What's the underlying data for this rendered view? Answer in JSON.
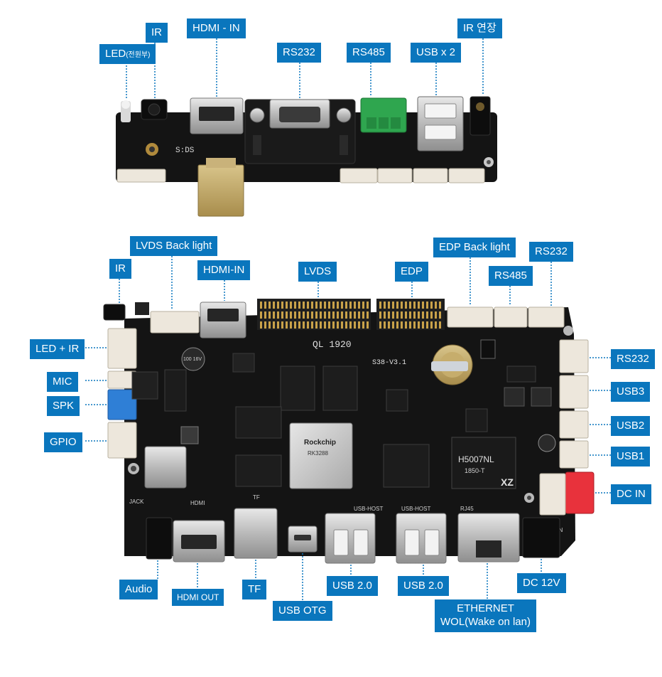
{
  "top_board": {
    "labels": {
      "ir": "IR",
      "led": "LED",
      "led_note": "(전원부)",
      "hdmi_in": "HDMI - IN",
      "rs232": "RS232",
      "rs485": "RS485",
      "usb_x2": "USB x 2",
      "ir_ext": "IR 연장"
    },
    "silkscreen": "S:DS"
  },
  "main_board": {
    "labels": {
      "lvds_backlight": "LVDS Back light",
      "ir": "IR",
      "hdmi_in": "HDMI-IN",
      "lvds": "LVDS",
      "edp": "EDP",
      "edp_backlight": "EDP Back light",
      "rs485": "RS485",
      "rs232_top": "RS232",
      "led_ir": "LED + IR",
      "mic": "MIC",
      "spk": "SPK",
      "gpio": "GPIO",
      "rs232_right": "RS232",
      "usb3": "USB3",
      "usb2": "USB2",
      "usb1": "USB1",
      "dc_in": "DC IN",
      "audio": "Audio",
      "hdmi_out": "HDMI OUT",
      "tf": "TF",
      "usb_otg": "USB OTG",
      "usb20_a": "USB 2.0",
      "usb20_b": "USB 2.0",
      "ethernet_1": "ETHERNET",
      "ethernet_2": "WOL(Wake on lan)",
      "dc12v": "DC 12V"
    },
    "chips": {
      "soc_brand": "Rockchip",
      "soc_model": "RK3288",
      "lan_brand": "XZ",
      "lan_model": "H5007NL",
      "lan_code": "1850-T",
      "cap_text": "100 16V",
      "board_id": "S38-V3.1",
      "silk_a": "QL 1920"
    },
    "silkscreen": {
      "usb_host_a": "USB-HOST",
      "usb_host_b": "USB-HOST",
      "rj45": "RJ45",
      "dc_in": "DC-IN",
      "hdmi": "HDMI",
      "tf": "TF",
      "jack": "JACK"
    }
  },
  "colors": {
    "label_bg": "#0a76bd",
    "label_text": "#ffffff",
    "pcb": "#141414",
    "leader": "#0a76bd"
  }
}
